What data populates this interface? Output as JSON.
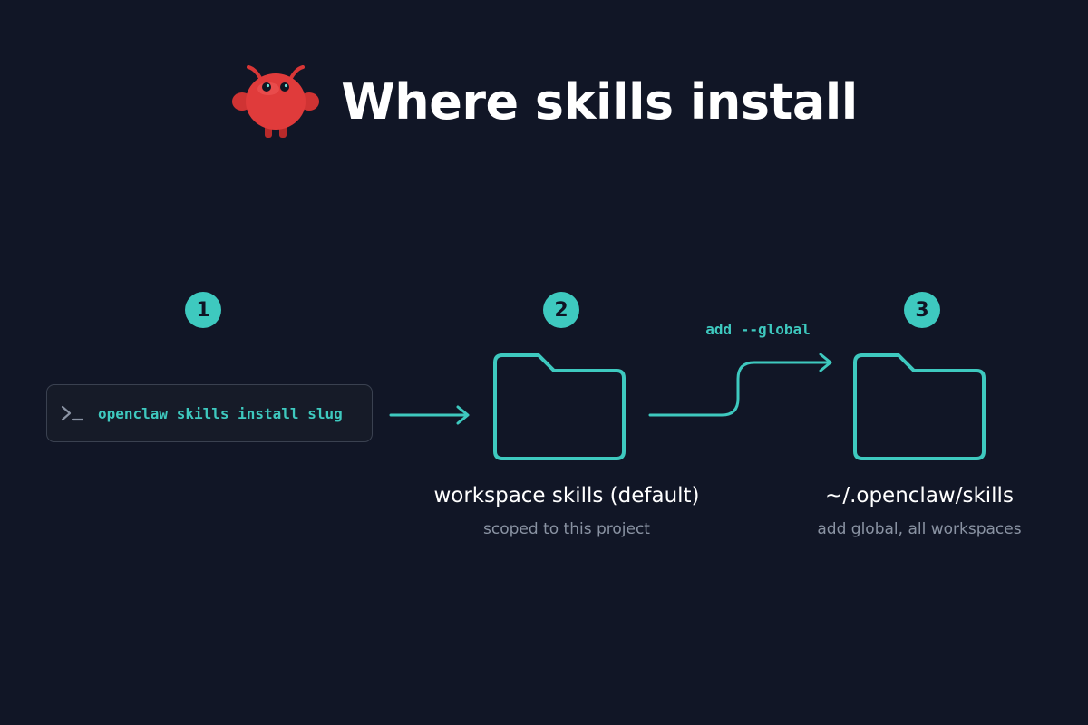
{
  "title": "Where skills install",
  "mascot_icon": "red-crab-mascot",
  "accent_color": "#3ec9bf",
  "background_color": "#111626",
  "steps": [
    {
      "number": "1"
    },
    {
      "number": "2"
    },
    {
      "number": "3"
    }
  ],
  "terminal": {
    "prompt_icon": "terminal-prompt-icon",
    "command": "openclaw skills install slug"
  },
  "workspace": {
    "icon": "folder-icon",
    "label": "workspace skills (default)",
    "sublabel": "scoped to this project"
  },
  "global": {
    "icon": "folder-icon",
    "label": "~/.openclaw/skills",
    "sublabel": "add global, all workspaces"
  },
  "edge_label": "add --global"
}
